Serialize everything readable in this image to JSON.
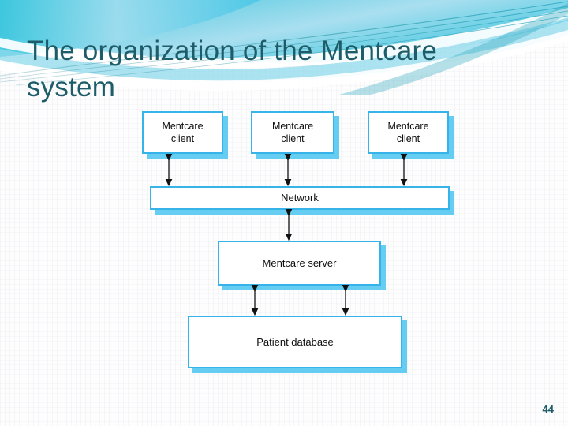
{
  "slide": {
    "title": "The organization of the Mentcare\nsystem",
    "page_number": "44",
    "title_color": "#1d5c68",
    "accent_color": "#36b3e8",
    "shadow_color": "#66cdf2",
    "header_gradient_from": "#3fc6e0",
    "header_gradient_to": "#aee3f2"
  },
  "diagram": {
    "type": "layered-architecture",
    "nodes": [
      {
        "id": "client1",
        "label": "Mentcare\nclient",
        "line1": "Mentcare",
        "line2": "client",
        "layer": "clients"
      },
      {
        "id": "client2",
        "label": "Mentcare\nclient",
        "line1": "Mentcare",
        "line2": "client",
        "layer": "clients"
      },
      {
        "id": "client3",
        "label": "Mentcare\nclient",
        "line1": "Mentcare",
        "line2": "client",
        "layer": "clients"
      },
      {
        "id": "network",
        "label": "Network",
        "layer": "network"
      },
      {
        "id": "server",
        "label": "Mentcare server",
        "layer": "server"
      },
      {
        "id": "database",
        "label": "Patient database",
        "layer": "data"
      }
    ],
    "connections": [
      {
        "from": "client1",
        "to": "network",
        "style": "double-arrow"
      },
      {
        "from": "client2",
        "to": "network",
        "style": "double-arrow"
      },
      {
        "from": "client3",
        "to": "network",
        "style": "double-arrow"
      },
      {
        "from": "network",
        "to": "server",
        "style": "double-arrow"
      },
      {
        "from": "server",
        "to": "database",
        "style": "double-arrow"
      },
      {
        "from": "server",
        "to": "database",
        "style": "double-arrow"
      }
    ]
  }
}
